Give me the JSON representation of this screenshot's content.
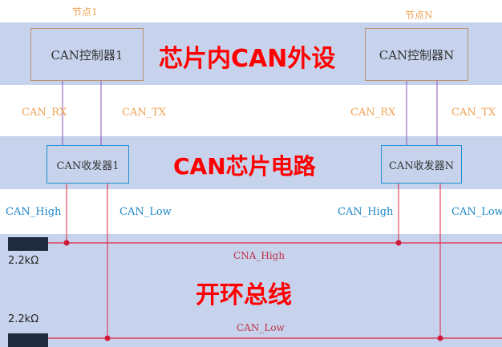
{
  "diagram": {
    "layers": {
      "chip_peripheral": "芯片内CAN外设",
      "transceiver_circuit": "CAN芯片电路",
      "open_loop_bus": "开环总线"
    },
    "nodes": [
      {
        "label": "节点1",
        "controller": "CAN控制器1",
        "transceiver": "CAN收发器1",
        "rx": "CAN_RX",
        "tx": "CAN_TX",
        "high": "CAN_High",
        "low": "CAN_Low"
      },
      {
        "label": "节点N",
        "controller": "CAN控制器N",
        "transceiver": "CAN收发器N",
        "rx": "CAN_RX",
        "tx": "CAN_TX",
        "high": "CAN_High",
        "low": "CAN_Low"
      }
    ],
    "bus": {
      "high_line": "CNA_High",
      "low_line": "CAN_Low",
      "resistor_high": "2.2kΩ",
      "resistor_low": "2.2kΩ"
    },
    "colors": {
      "band": "#c7d3ec",
      "controller_border": "#b89270",
      "transceiver_border": "#1e90d8",
      "signal_wire": "#8a4fb8",
      "bus_wire": "#e02040",
      "title_red": "#ff0000"
    }
  }
}
